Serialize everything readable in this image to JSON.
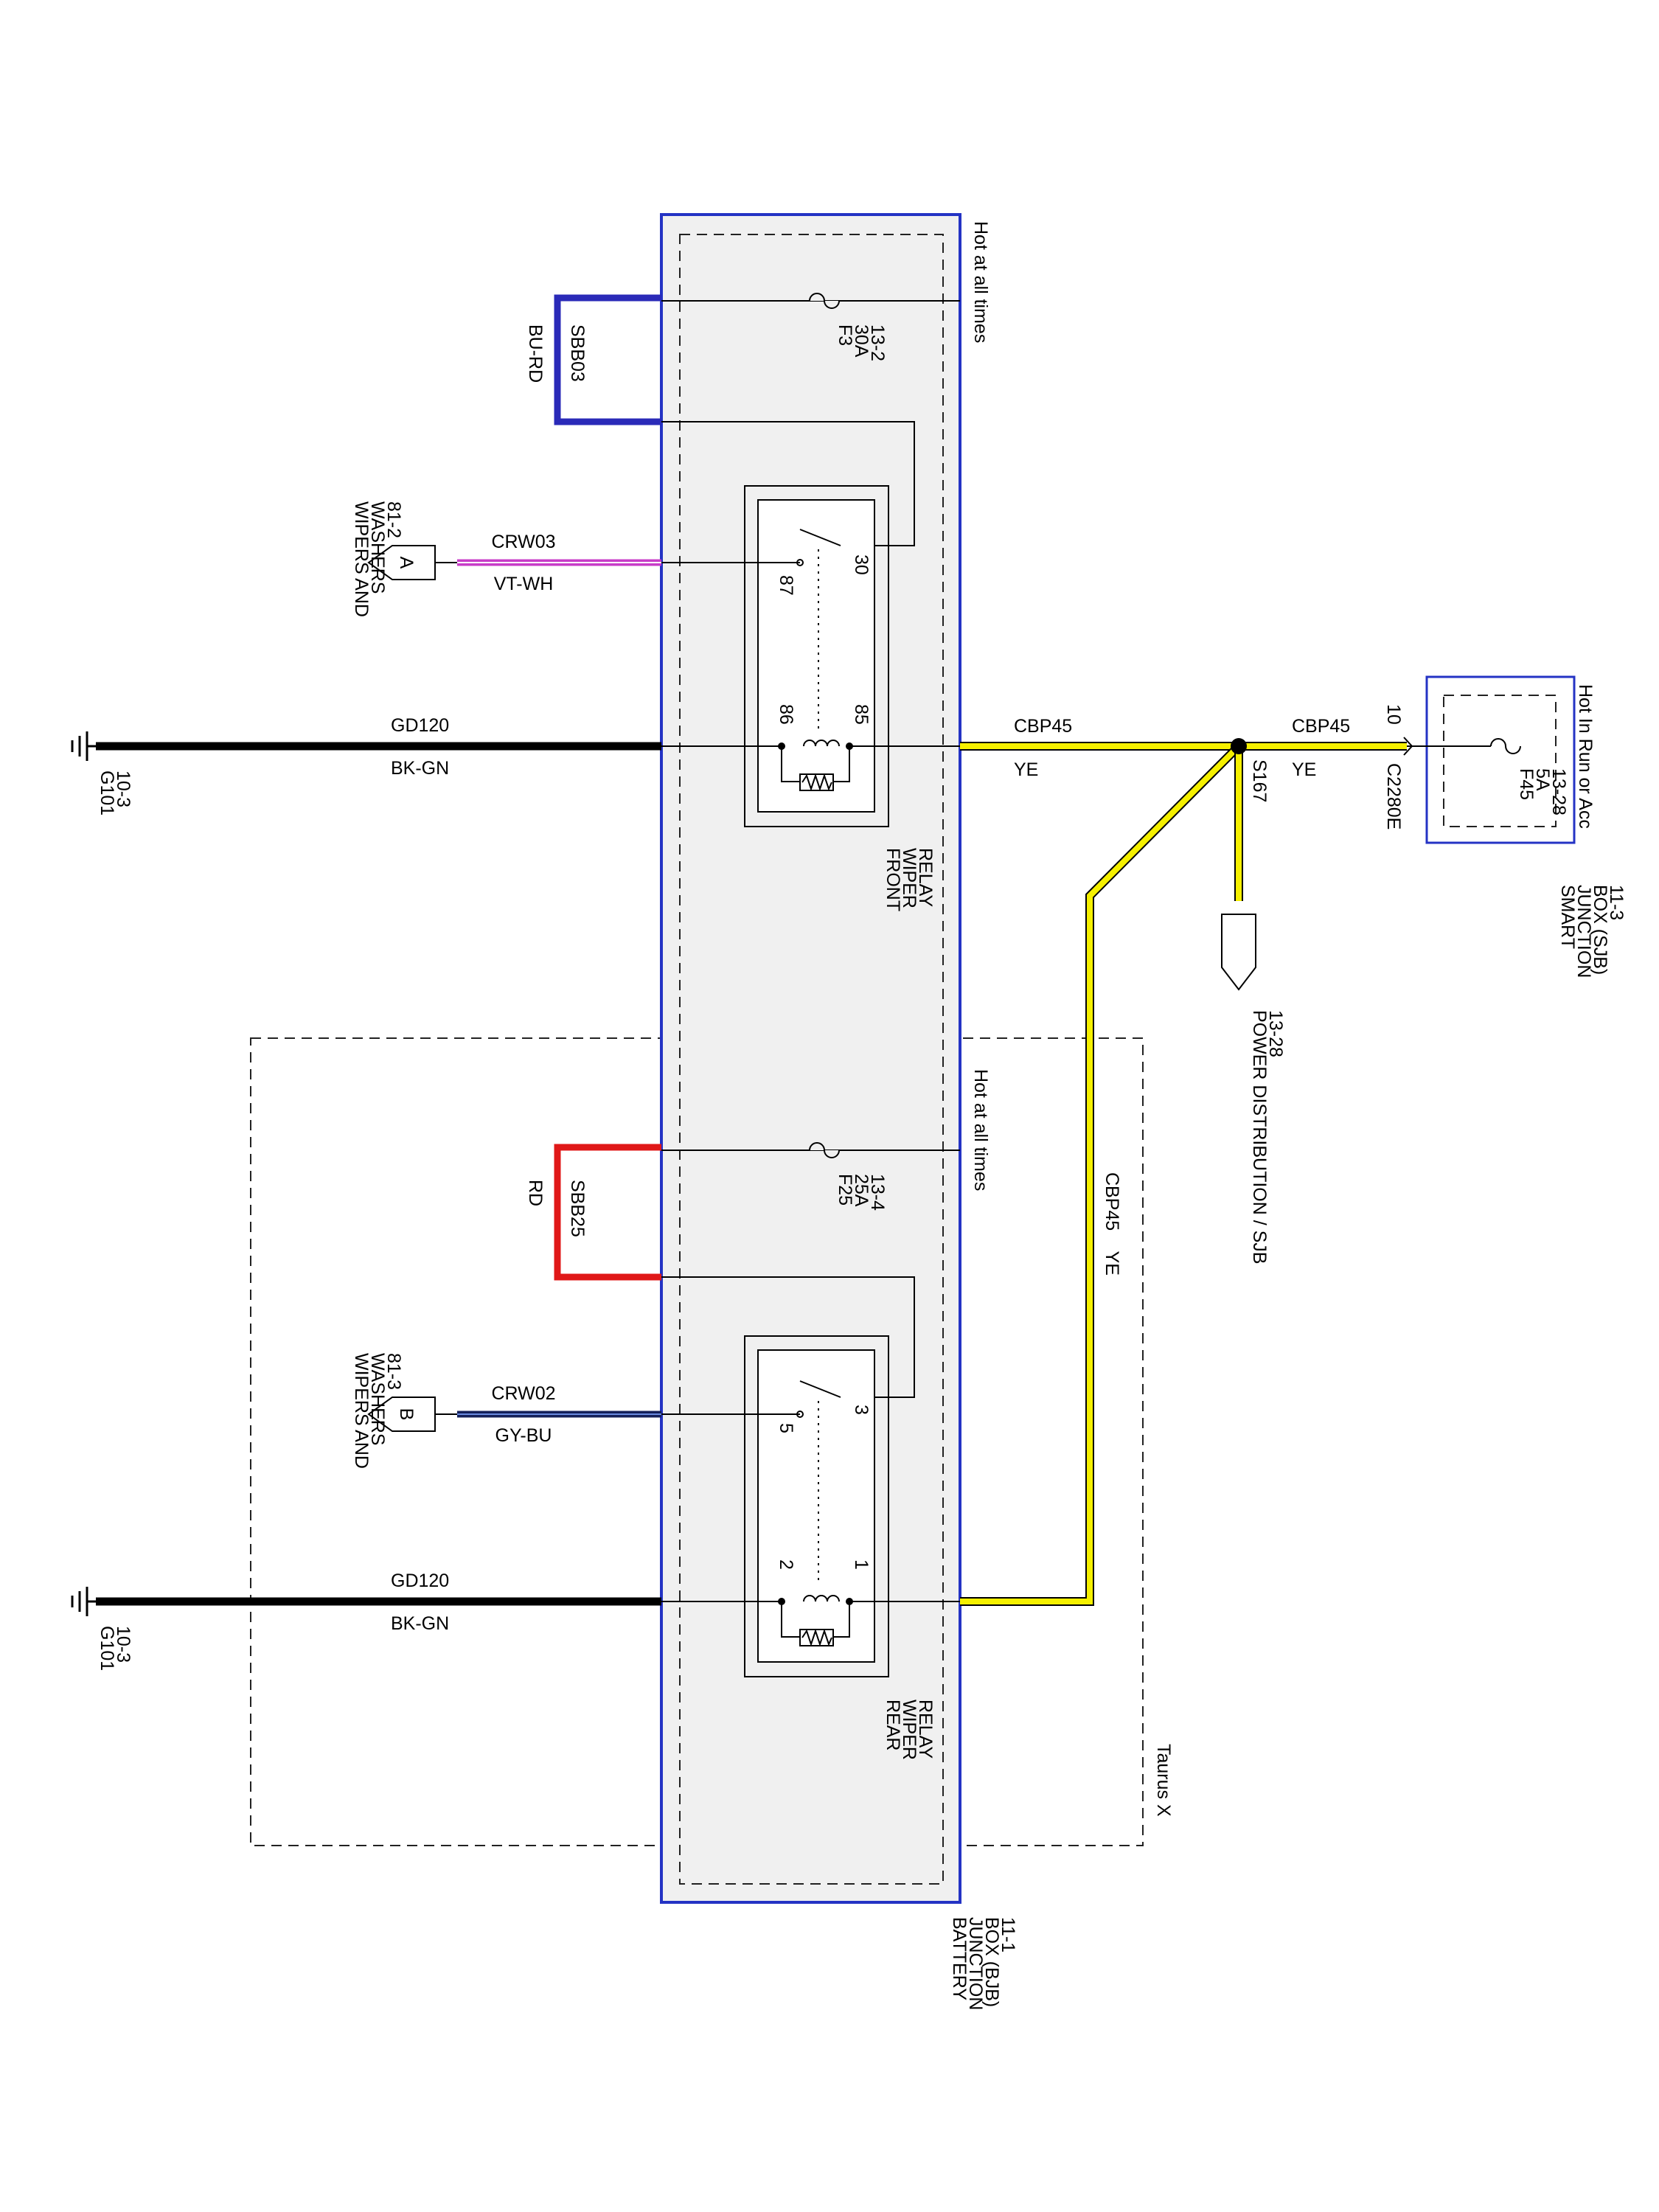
{
  "colors": {
    "box_border": "#2433c4",
    "box_fill": "#f0f0f0",
    "bu_rd": "#2a2ab8",
    "vt_wh": "#c83cc8",
    "ground": "#000000",
    "yellow": "#f5f000",
    "red": "#e01818",
    "gy_bu": "#14205a"
  },
  "labels": {
    "hot_at_all_times_1": "Hot at all times",
    "hot_at_all_times_2": "Hot at all times",
    "hot_in_run": "Hot In Run or Acc",
    "f3": [
      "F3",
      "30A",
      "13-2"
    ],
    "f25": [
      "F25",
      "25A",
      "13-4"
    ],
    "f45": [
      "F45",
      "5A",
      "13-28"
    ],
    "sbb03": "SBB03",
    "bu_rd": "BU-RD",
    "sbb25": "SBB25",
    "rd": "RD",
    "crw03": "CRW03",
    "vt_wh": "VT-WH",
    "crw02": "CRW02",
    "gy_bu": "GY-BU",
    "gd120_1": "GD120",
    "bk_gn_1": "BK-GN",
    "gd120_2": "GD120",
    "bk_gn_2": "BK-GN",
    "cbp45_1": "CBP45",
    "ye_1": "YE",
    "cbp45_2": "CBP45",
    "ye_2": "YE",
    "cbp45_ye_vertical": "CBP45    YE",
    "g101_1": [
      "G101",
      "10-3"
    ],
    "g101_2": [
      "G101",
      "10-3"
    ],
    "connector_a": "A",
    "connector_b": "B",
    "wipers_a": [
      "WIPERS AND",
      "WASHERS",
      "81-2"
    ],
    "wipers_b": [
      "WIPERS AND",
      "WASHERS",
      "81-3"
    ],
    "front_relay": [
      "FRONT",
      "WIPER",
      "RELAY"
    ],
    "rear_relay": [
      "REAR",
      "WIPER",
      "RELAY"
    ],
    "pin_30": "30",
    "pin_87": "87",
    "pin_86": "86",
    "pin_85": "85",
    "pin_3": "3",
    "pin_5": "5",
    "pin_2": "2",
    "pin_1": "1",
    "s167": "S167",
    "c2280e": "C2280E",
    "pin_10": "10",
    "power_dist": [
      "POWER DISTRIBUTION / SJB",
      "13-28"
    ],
    "sjb": [
      "SMART",
      "JUNCTION",
      "BOX (SJB)",
      "11-3"
    ],
    "bjb": [
      "BATTERY",
      "JUNCTION",
      "BOX (BJB)",
      "11-1"
    ],
    "taurus_x": "Taurus X"
  }
}
